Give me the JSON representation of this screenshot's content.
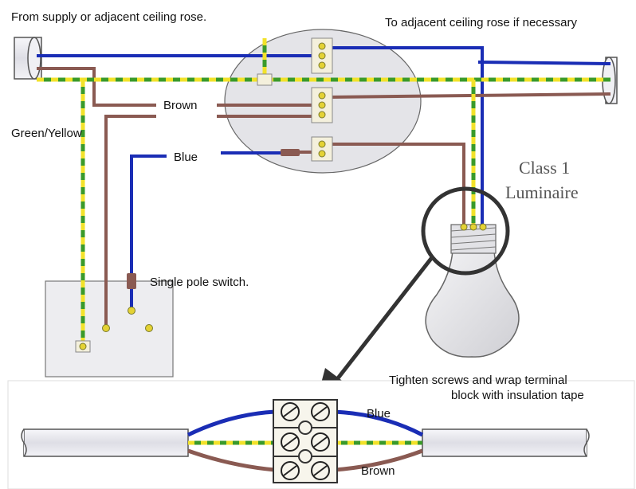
{
  "labels": {
    "from_supply": "From supply or adjacent ceiling rose.",
    "to_adjacent": "To adjacent ceiling rose if necessary",
    "brown_top": "Brown",
    "green_yellow": "Green/Yellow",
    "blue_top": "Blue",
    "class1_line1": "Class 1",
    "class1_line2": "Luminaire",
    "single_pole": "Single pole switch.",
    "tighten_line1": "Tighten screws and wrap terminal",
    "tighten_line2": "block with insulation tape",
    "blue_bottom": "Blue",
    "brown_bottom": "Brown"
  },
  "colors": {
    "brown": "#8a5a52",
    "blue": "#1a2db5",
    "green": "#3a9a2a",
    "yellow": "#f2e22a",
    "rose": "#e3e3e6",
    "cable": "#e9e9ee",
    "terminal": "#f4f0dc"
  }
}
